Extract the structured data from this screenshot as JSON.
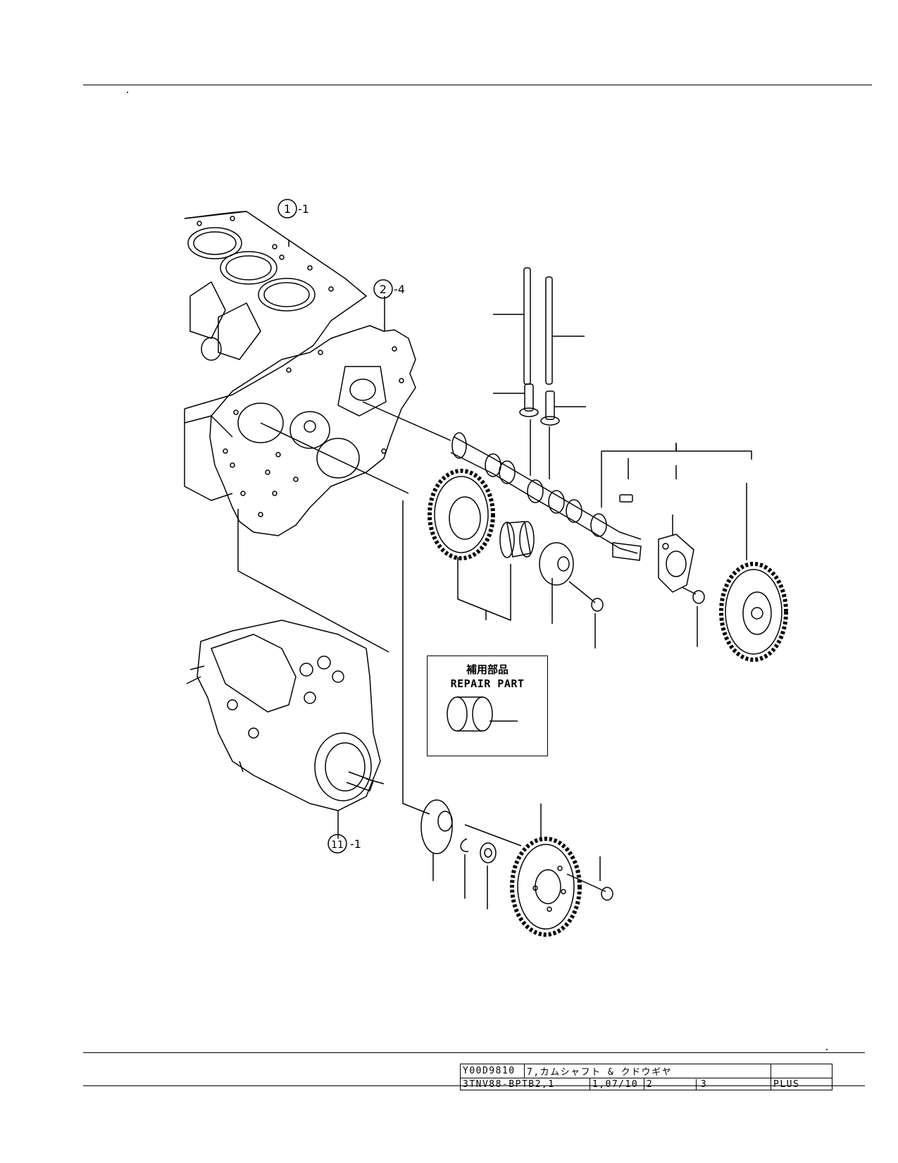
{
  "callouts": {
    "c1": {
      "num": "1",
      "suffix": "-1"
    },
    "c2": {
      "num": "2",
      "suffix": "-4"
    },
    "c11": {
      "num": "11",
      "suffix": "-1"
    }
  },
  "repair_box": {
    "title_jp": "補用部品",
    "title_en": "REPAIR PART"
  },
  "title_block": {
    "code": "Y00D9810",
    "section": "7,カムシャフト & クドウギヤ",
    "blank_top": "",
    "model": "3TNV88-BPTB2,1",
    "revision": "1,07/10",
    "col_a": "2",
    "col_b": "3",
    "plus": "PLUS"
  }
}
